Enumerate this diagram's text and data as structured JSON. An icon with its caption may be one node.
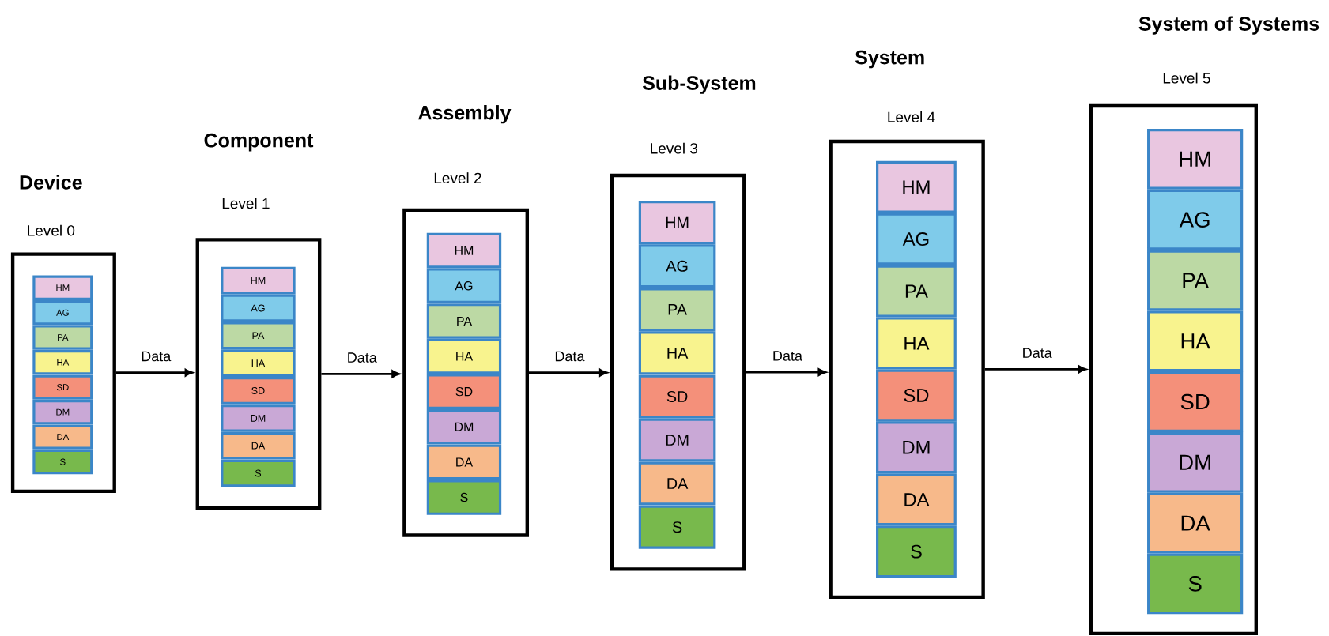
{
  "diagram": {
    "nodes": [
      {
        "text": [
          "Device",
          "Level 0"
        ]
      },
      {
        "text": [
          "HM"
        ],
        "in": 0
      },
      {
        "text": [
          "AG"
        ],
        "in": 0
      },
      {
        "text": [
          "PA"
        ],
        "in": 0
      },
      {
        "text": [
          "HA"
        ],
        "in": 0
      },
      {
        "text": [
          "SD"
        ],
        "in": 0
      },
      {
        "text": [
          "DM"
        ],
        "in": 0
      },
      {
        "text": [
          "DA"
        ],
        "in": 0
      },
      {
        "text": [
          "S"
        ],
        "in": 0
      },
      {
        "text": [
          "Component",
          "Level 1"
        ]
      },
      {
        "text": [
          "HM"
        ],
        "in": 9
      },
      {
        "text": [
          "AG"
        ],
        "in": 9
      },
      {
        "text": [
          "PA"
        ],
        "in": 9
      },
      {
        "text": [
          "HA"
        ],
        "in": 9
      },
      {
        "text": [
          "SD"
        ],
        "in": 9
      },
      {
        "text": [
          "DM"
        ],
        "in": 9
      },
      {
        "text": [
          "DA"
        ],
        "in": 9
      },
      {
        "text": [
          "S"
        ],
        "in": 9
      },
      {
        "text": [
          "Assembly",
          "Level 2"
        ]
      },
      {
        "text": [
          "HM"
        ],
        "in": 18
      },
      {
        "text": [
          "AG"
        ],
        "in": 18
      },
      {
        "text": [
          "PA"
        ],
        "in": 18
      },
      {
        "text": [
          "HA"
        ],
        "in": 18
      },
      {
        "text": [
          "SD"
        ],
        "in": 18
      },
      {
        "text": [
          "DM"
        ],
        "in": 18
      },
      {
        "text": [
          "DA"
        ],
        "in": 18
      },
      {
        "text": [
          "S"
        ],
        "in": 18
      },
      {
        "text": [
          "Sub-System",
          "Level 3"
        ]
      },
      {
        "text": [
          "HM"
        ],
        "in": 27
      },
      {
        "text": [
          "AG"
        ],
        "in": 27
      },
      {
        "text": [
          "PA"
        ],
        "in": 27
      },
      {
        "text": [
          "HA"
        ],
        "in": 27
      },
      {
        "text": [
          "SD"
        ],
        "in": 27
      },
      {
        "text": [
          "DM"
        ],
        "in": 27
      },
      {
        "text": [
          "DA"
        ],
        "in": 27
      },
      {
        "text": [
          "S"
        ],
        "in": 27
      },
      {
        "text": [
          "System",
          "Level 4"
        ]
      },
      {
        "text": [
          "HM"
        ],
        "in": 36
      },
      {
        "text": [
          "AG"
        ],
        "in": 36
      },
      {
        "text": [
          "PA"
        ],
        "in": 36
      },
      {
        "text": [
          "HA"
        ],
        "in": 36
      },
      {
        "text": [
          "SD"
        ],
        "in": 36
      },
      {
        "text": [
          "DM"
        ],
        "in": 36
      },
      {
        "text": [
          "DA"
        ],
        "in": 36
      },
      {
        "text": [
          "S"
        ],
        "in": 36
      },
      {
        "text": [
          "System of Systems",
          "Level 5"
        ]
      },
      {
        "text": [
          "HM"
        ],
        "in": 45
      },
      {
        "text": [
          "AG"
        ],
        "in": 45
      },
      {
        "text": [
          "PA"
        ],
        "in": 45
      },
      {
        "text": [
          "HA"
        ],
        "in": 45
      },
      {
        "text": [
          "SD"
        ],
        "in": 45
      },
      {
        "text": [
          "DM"
        ],
        "in": 45
      },
      {
        "text": [
          "DA"
        ],
        "in": 45
      },
      {
        "text": [
          "S"
        ],
        "in": 45
      }
    ],
    "edges": [
      {
        "from": 0,
        "to": 9,
        "arrow": "to",
        "label": "Data"
      },
      {
        "from": 9,
        "to": 18,
        "arrow": "to",
        "label": "Data"
      },
      {
        "from": 18,
        "to": 27,
        "arrow": "to",
        "label": "Data"
      },
      {
        "from": 27,
        "to": 36,
        "arrow": "to",
        "label": "Data"
      },
      {
        "from": 36,
        "to": 45,
        "arrow": "to",
        "label": "Data"
      }
    ]
  }
}
